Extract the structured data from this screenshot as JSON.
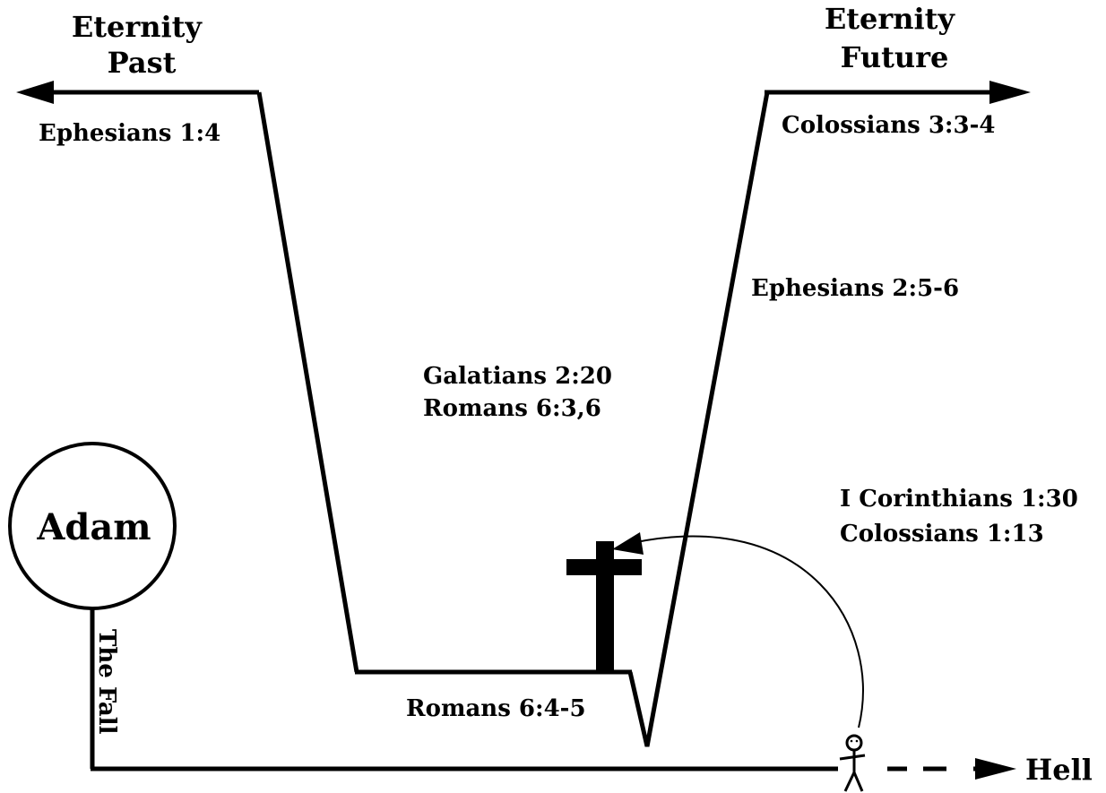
{
  "labels": {
    "eternity_past": [
      "Eternity",
      "Past"
    ],
    "eternity_future": [
      "Eternity",
      "Future"
    ],
    "ephesians_1_4": "Ephesians 1:4",
    "colossians_3_3_4": "Colossians 3:3-4",
    "ephesians_2_5_6": "Ephesians 2:5-6",
    "galatians_romans": [
      "Galatians 2:20",
      "Romans 6:3,6"
    ],
    "corinthians_colossians": [
      "I Corinthians 1:30",
      "Colossians 1:13"
    ],
    "adam": "Adam",
    "the_fall": "The Fall",
    "romans_6_4_5": "Romans 6:4-5",
    "hell": "Hell"
  },
  "colors": {
    "ink": "#000000",
    "background": "#ffffff"
  }
}
